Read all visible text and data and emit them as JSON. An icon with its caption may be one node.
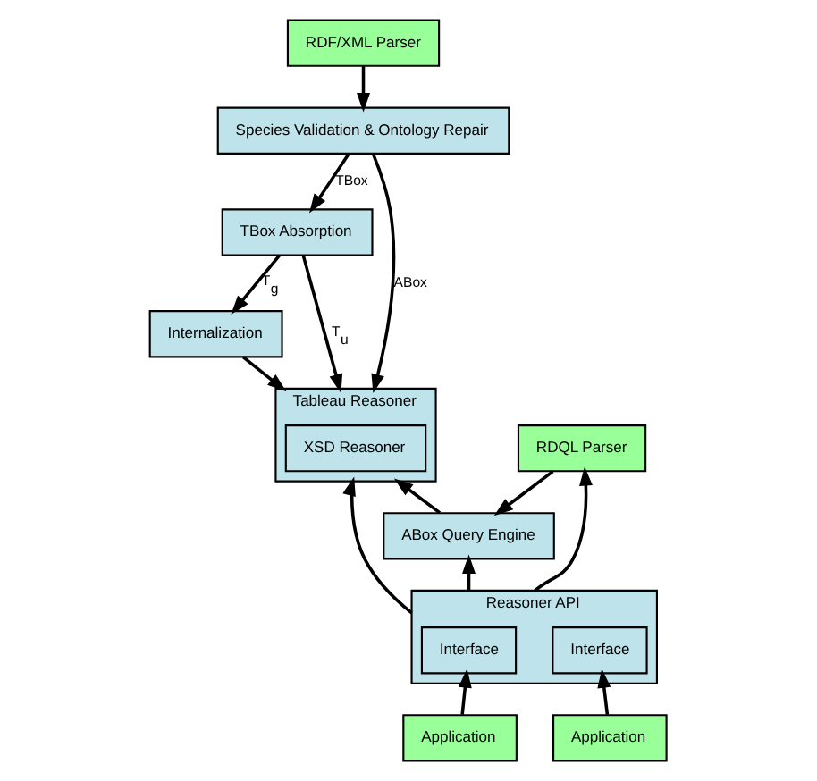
{
  "diagram": {
    "nodes": [
      {
        "text": [
          "RDF/XML Parser"
        ]
      },
      {
        "text": [
          "Species Validation & Ontology Repair"
        ]
      },
      {
        "text": [
          "TBox Absorption"
        ]
      },
      {
        "text": [
          "Tableau Reasoner"
        ]
      },
      {
        "text": [
          "XSD Reasoner"
        ],
        "in": 3
      },
      {
        "text": [
          "Internalization"
        ]
      },
      {
        "text": [
          "RDQL Parser"
        ]
      },
      {
        "text": [
          "ABox Query Engine"
        ]
      },
      {
        "text": [
          "Reasoner API"
        ]
      },
      {
        "text": [
          "Interface"
        ],
        "in": 8
      },
      {
        "text": [
          "Interface"
        ],
        "in": 8
      },
      {
        "text": [
          "Application"
        ]
      },
      {
        "text": [
          "Application"
        ]
      }
    ],
    "edges": [
      {
        "from": 0,
        "to": 1,
        "arrow": "to"
      },
      {
        "from": 1,
        "to": 2,
        "arrow": "to",
        "label": "TBox"
      },
      {
        "from": 1,
        "to": 3,
        "arrow": "to",
        "label": "ABox"
      },
      {
        "from": 2,
        "to": 3,
        "arrow": "to",
        "label": "T$_{u}$"
      },
      {
        "from": 2,
        "to": 5,
        "arrow": "to",
        "label": "T$_{g}$"
      },
      {
        "from": 5,
        "to": 3,
        "arrow": "to"
      },
      {
        "from": 6,
        "to": 7,
        "arrow": "to"
      },
      {
        "from": 7,
        "to": 3,
        "arrow": "to"
      },
      {
        "from": 8,
        "to": 6,
        "arrow": "to"
      },
      {
        "from": 8,
        "to": 7,
        "arrow": "to"
      },
      {
        "from": 8,
        "to": 3,
        "arrow": "to"
      },
      {
        "from": 11,
        "to": 9,
        "arrow": "to"
      },
      {
        "from": 12,
        "to": 10,
        "arrow": "to"
      }
    ]
  }
}
